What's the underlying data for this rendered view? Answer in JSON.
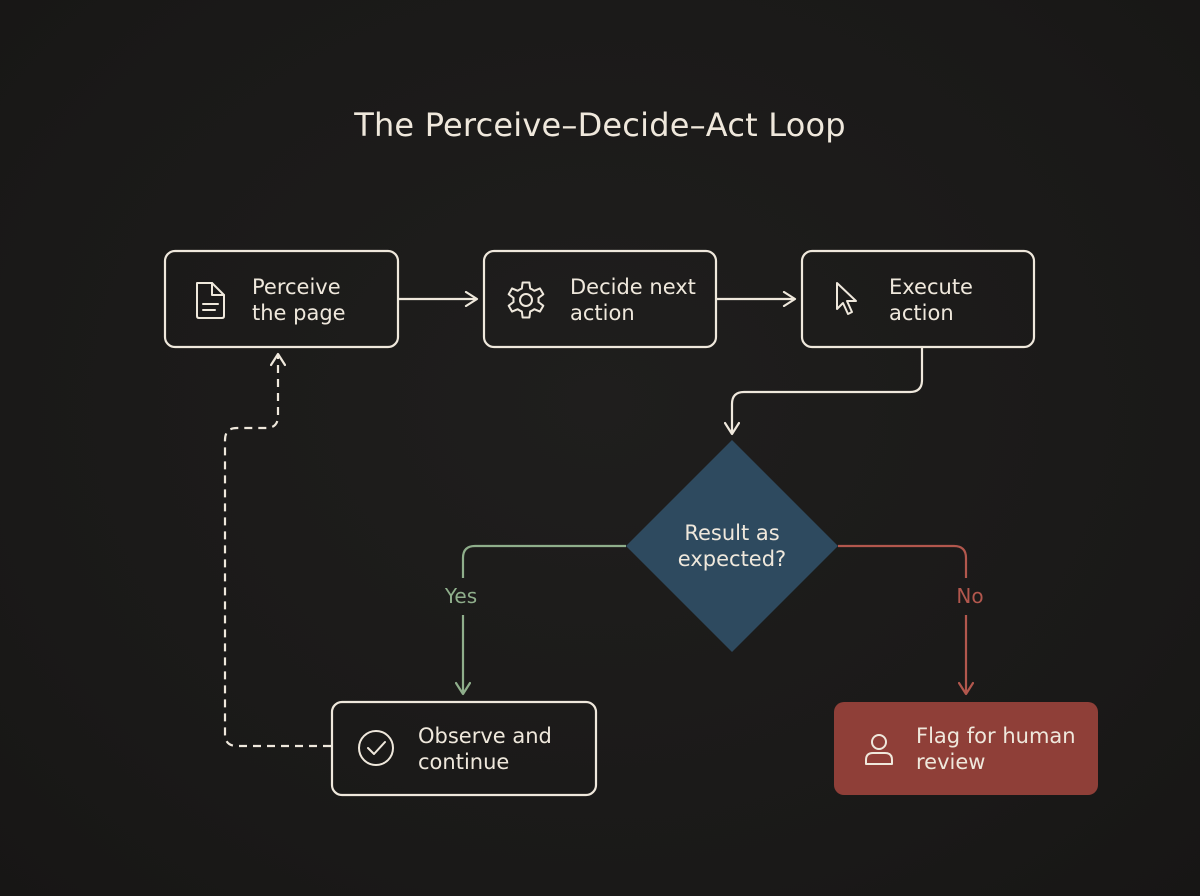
{
  "title": "The Perceive–Decide–Act Loop",
  "nodes": {
    "perceive": {
      "line1": "Perceive",
      "line2": "the page",
      "icon": "document-icon"
    },
    "decide": {
      "line1": "Decide next",
      "line2": "action",
      "icon": "gear-icon"
    },
    "execute": {
      "line1": "Execute",
      "line2": "action",
      "icon": "cursor-icon"
    },
    "decision": {
      "line1": "Result as",
      "line2": "expected?"
    },
    "observe": {
      "line1": "Observe and",
      "line2": "continue",
      "icon": "check-circle-icon"
    },
    "flag": {
      "line1": "Flag for human",
      "line2": "review",
      "icon": "user-icon"
    }
  },
  "branches": {
    "yes": "Yes",
    "no": "No"
  },
  "colors": {
    "background": "#1b1a19",
    "stroke": "#efe8dc",
    "decision_fill": "#2e4a5f",
    "yes": "#8fae8b",
    "no": "#b2574d",
    "flag_fill": "#8f3f38"
  }
}
